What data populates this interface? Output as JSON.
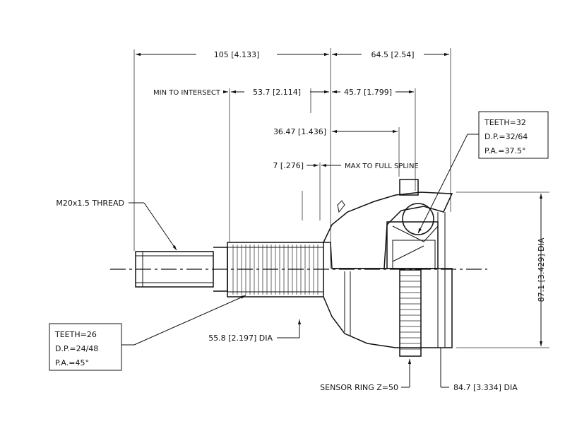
{
  "dimensions": {
    "overall_length": "105 [4.133]",
    "cv_length": "64.5 [2.54]",
    "min_to_intersect_label": "MIN TO INTERSECT",
    "min_to_intersect_value": "53.7 [2.114]",
    "to_spline_center": "45.7 [1.799]",
    "spline_offset": "36.47 [1.436]",
    "small_offset": "7 [.276]",
    "max_to_full_spline": "MAX TO FULL SPLINE",
    "thread": "M20x1.5 THREAD",
    "shaft_diameter": "55.8 [2.197] DIA",
    "sensor_ring": "SENSOR RING Z=50",
    "outer_diameter": "84.7 [3.334] DIA",
    "housing_diameter": "87.1 [3.429] DIA"
  },
  "spec_inner": {
    "teeth": "TEETH=32",
    "dp": "D.P.=32/64",
    "pa": "P.A.=37.5°"
  },
  "spec_outer": {
    "teeth": "TEETH=26",
    "dp": "D.P.=24/48",
    "pa": "P.A.=45°"
  }
}
